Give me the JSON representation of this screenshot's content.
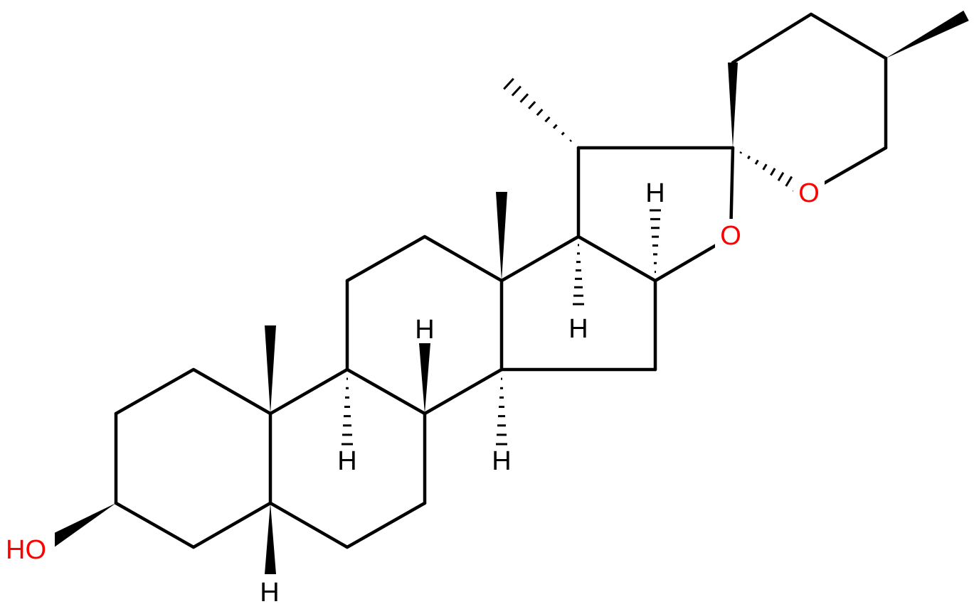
{
  "molecule": {
    "atom_labels": {
      "hydroxyl": "HO",
      "oxygen_furan": "O",
      "oxygen_pyran": "O",
      "h_c5": "H",
      "h_c9": "H",
      "h_c8": "H",
      "h_c14": "H",
      "h_c17": "H",
      "h_c16": "H"
    },
    "colors": {
      "bond": "#000000",
      "oxygen": "#ff0000",
      "hydrogen": "#000000"
    }
  }
}
